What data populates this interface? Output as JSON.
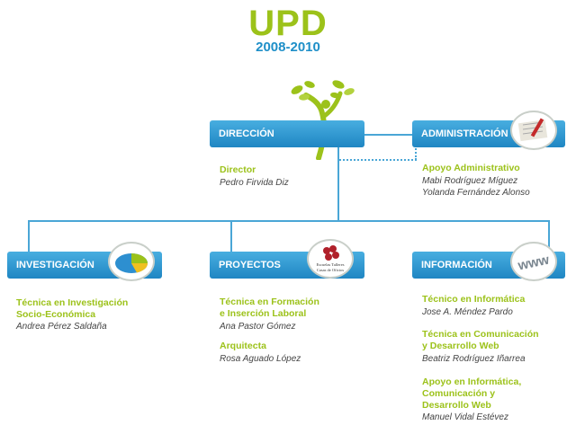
{
  "header": {
    "title": "UPD",
    "years": "2008-2010"
  },
  "colors": {
    "green": "#9cc21a",
    "blue": "#1e8fc8"
  },
  "top_boxes": {
    "direccion": "DIRECCIÓN",
    "administracion": "ADMINISTRACIÓN"
  },
  "direccion_staff": {
    "role": "Director",
    "name": "Pedro Firvida Diz"
  },
  "administracion_staff": {
    "role": "Apoyo Administrativo",
    "names": [
      "Mabi Rodríguez Míguez",
      "Yolanda Fernández Alonso"
    ]
  },
  "departments": {
    "investigacion": {
      "label": "INVESTIGACIÓN",
      "role_lines": [
        "Técnica en Investigación",
        "Socio-Económica"
      ],
      "name": "Andrea Pérez Saldaña"
    },
    "proyectos": {
      "label": "PROYECTOS",
      "logo_text": [
        "Escuelas Talleres",
        "Casas de Oficios"
      ],
      "roles": [
        {
          "lines": [
            "Técnica en Formación",
            "e Inserción Laboral"
          ],
          "name": "Ana Pastor Gómez"
        },
        {
          "lines": [
            "Arquitecta"
          ],
          "name": "Rosa Aguado López"
        }
      ]
    },
    "informacion": {
      "label": "INFORMACIÓN",
      "roles": [
        {
          "lines": [
            "Técnico en Informática"
          ],
          "name": "Jose A. Méndez Pardo"
        },
        {
          "lines": [
            "Técnica en Comunicación",
            "y Desarrollo Web"
          ],
          "name": "Beatriz Rodríguez Iñarrea"
        },
        {
          "lines": [
            "Apoyo en Informática,",
            "Comunicación y",
            "Desarrollo Web"
          ],
          "name": "Manuel Vidal Estévez"
        }
      ]
    }
  }
}
